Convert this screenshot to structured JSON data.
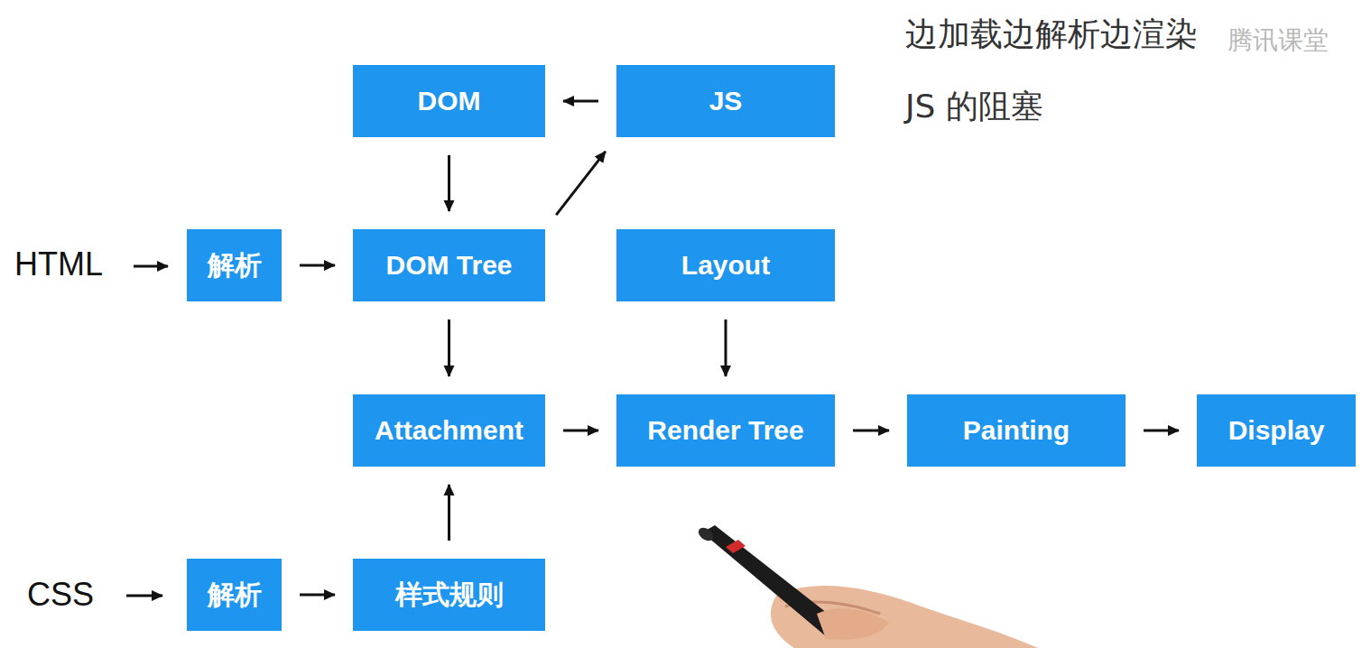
{
  "diagram": {
    "nodes": [
      {
        "text": [
          "DOM"
        ]
      },
      {
        "text": [
          "JS"
        ]
      },
      {
        "text": [
          "解析"
        ]
      },
      {
        "text": [
          "DOM Tree"
        ]
      },
      {
        "text": [
          "Layout"
        ]
      },
      {
        "text": [
          "Attachment"
        ]
      },
      {
        "text": [
          "Render Tree"
        ]
      },
      {
        "text": [
          "Painting"
        ]
      },
      {
        "text": [
          "Display"
        ]
      },
      {
        "text": [
          "解析"
        ]
      },
      {
        "text": [
          "样式规则"
        ]
      }
    ],
    "edges": [
      {
        "from": 1,
        "to": 0,
        "arrow": "to"
      },
      {
        "from": 0,
        "to": 3,
        "arrow": "to"
      },
      {
        "from": 3,
        "to": 1,
        "arrow": "to"
      },
      {
        "from": 2,
        "to": 3,
        "arrow": "to"
      },
      {
        "from": 3,
        "to": 5,
        "arrow": "to"
      },
      {
        "from": 4,
        "to": 6,
        "arrow": "to"
      },
      {
        "from": 5,
        "to": 6,
        "arrow": "to"
      },
      {
        "from": 6,
        "to": 7,
        "arrow": "to"
      },
      {
        "from": 7,
        "to": 8,
        "arrow": "to"
      },
      {
        "from": 9,
        "to": 10,
        "arrow": "to"
      },
      {
        "from": 10,
        "to": 5,
        "arrow": "to"
      }
    ],
    "labels": [
      "HTML",
      "CSS",
      "边加载边解析边渲染",
      "JS 的阻塞",
      "腾讯课堂"
    ]
  }
}
